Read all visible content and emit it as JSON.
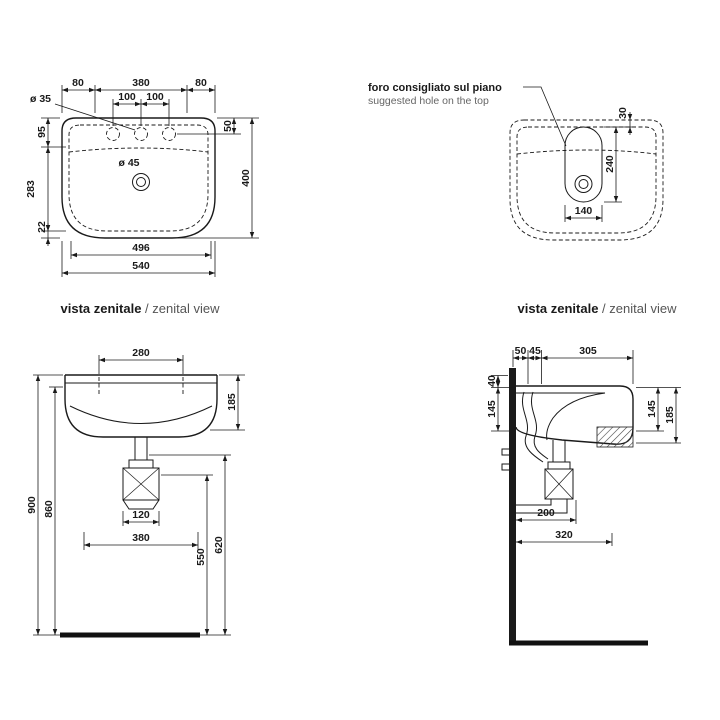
{
  "captions": {
    "top_left": {
      "bold": "vista zenitale",
      "rest": " / zenital view"
    },
    "top_right": {
      "bold": "vista zenitale",
      "rest": " / zenital view"
    }
  },
  "annotation": {
    "it": "foro consigliato sul piano",
    "en": "suggested hole on the top"
  },
  "top_view": {
    "m80l": "80",
    "w380": "380",
    "m80r": "80",
    "p100l": "100",
    "p100r": "100",
    "hole_dia": "ø 35",
    "drain_dia": "ø 45",
    "d50": "50",
    "d400": "400",
    "s95": "95",
    "s283": "283",
    "s22": "22",
    "w496": "496",
    "w540": "540"
  },
  "hole_view": {
    "off30": "30",
    "h240": "240",
    "w140": "140"
  },
  "front_view": {
    "span280": "280",
    "h185": "185",
    "h900": "900",
    "h860": "860",
    "h620": "620",
    "h550": "550",
    "w120": "120",
    "span380": "380"
  },
  "side_view": {
    "g50": "50",
    "g45": "45",
    "d305": "305",
    "t40": "40",
    "d145l": "145",
    "d145r": "145",
    "h185": "185",
    "o200": "200",
    "o320": "320"
  },
  "colors": {
    "ink": "#1a1a1a",
    "muted": "#666666"
  }
}
